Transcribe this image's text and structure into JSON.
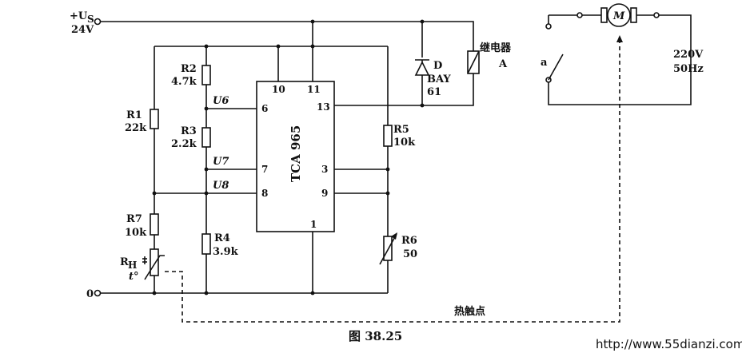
{
  "supply": {
    "label": "+U",
    "sub": "S",
    "voltage": "24V"
  },
  "ground": {
    "label": "0"
  },
  "ic": {
    "name": "TCA 965",
    "pins": {
      "p10": "10",
      "p11": "11",
      "p6": "6",
      "p13": "13",
      "p7": "7",
      "p3": "3",
      "p8": "8",
      "p9": "9",
      "p1": "1"
    }
  },
  "resistors": {
    "r1": {
      "name": "R1",
      "value": "22k"
    },
    "r2": {
      "name": "R2",
      "value": "4.7k"
    },
    "r3": {
      "name": "R3",
      "value": "2.2k"
    },
    "r4": {
      "name": "R4",
      "value": "3.9k"
    },
    "r5": {
      "name": "R5",
      "value": "10k"
    },
    "r6": {
      "name": "R6",
      "value": "50"
    },
    "r7": {
      "name": "R7",
      "value": "10k"
    }
  },
  "thermistor": {
    "name": "R",
    "sub": "H",
    "temp": "t°"
  },
  "nodes": {
    "u6": "U6",
    "u7": "U7",
    "u8": "U8"
  },
  "diode": {
    "name": "D",
    "type": "BAY",
    "num": "61"
  },
  "relay": {
    "name": "继电器",
    "contact": "A"
  },
  "switch": {
    "label": "a"
  },
  "motor": {
    "label": "M"
  },
  "mains": {
    "voltage": "220V",
    "freq": "50Hz"
  },
  "thermal_contact": "热触点",
  "caption": "图 38.25",
  "watermark": "http://www.55dianzi.com"
}
